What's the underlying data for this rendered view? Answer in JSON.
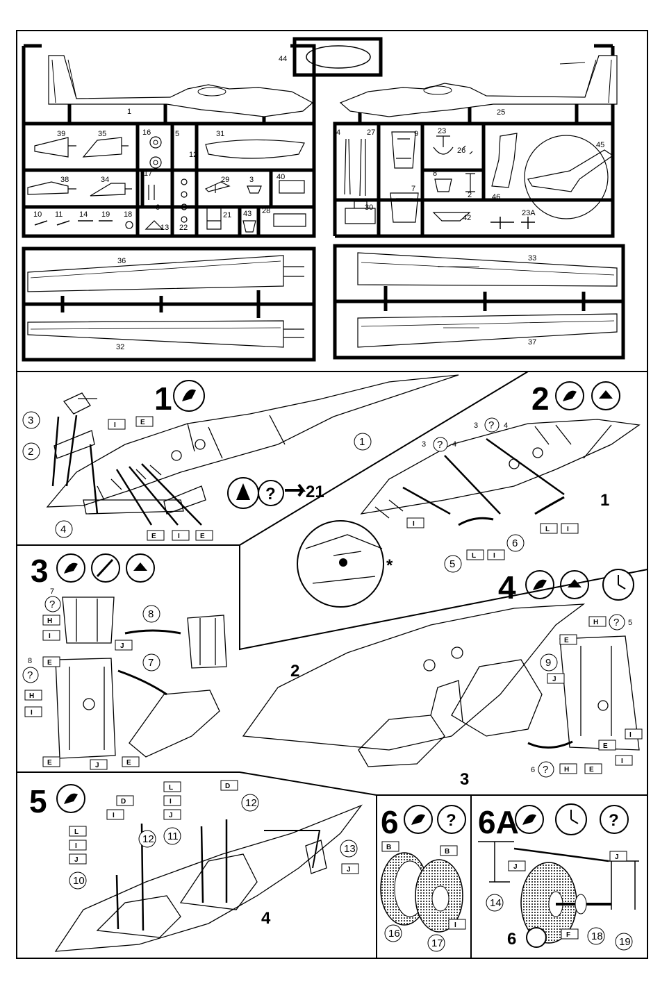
{
  "sprue": {
    "part_numbers": [
      "44",
      "1",
      "25",
      "39",
      "35",
      "16",
      "17",
      "5",
      "12",
      "31",
      "4",
      "27",
      "9",
      "23",
      "26",
      "45",
      "38",
      "34",
      "6",
      "29",
      "3",
      "40",
      "8",
      "7",
      "2",
      "46",
      "10",
      "11",
      "14",
      "19",
      "18",
      "13",
      "22",
      "21",
      "43",
      "28",
      "30",
      "42",
      "23A",
      "36",
      "33",
      "32",
      "37"
    ]
  },
  "steps": [
    {
      "number": "1",
      "callouts": [
        "3",
        "2",
        "4",
        "1"
      ],
      "tags": [
        "I",
        "E",
        "E",
        "I",
        "E"
      ],
      "refs": [
        "?",
        "21"
      ]
    },
    {
      "number": "2",
      "callouts": [
        "6",
        "5"
      ],
      "tags": [
        "I",
        "L",
        "I",
        "L",
        "I"
      ],
      "refs": [
        "3",
        "4",
        "3",
        "4",
        "1",
        "*"
      ]
    },
    {
      "number": "3",
      "callouts": [
        "8",
        "7"
      ],
      "tags": [
        "H",
        "I",
        "J",
        "E",
        "H",
        "I",
        "E",
        "J",
        "E"
      ],
      "refs": [
        "7",
        "8"
      ]
    },
    {
      "number": "4",
      "callouts": [
        "9"
      ],
      "tags": [
        "H",
        "E",
        "J",
        "I",
        "H",
        "E",
        "I",
        "E"
      ],
      "refs": [
        "2",
        "5",
        "6",
        "3"
      ]
    },
    {
      "number": "5",
      "callouts": [
        "12",
        "11",
        "10",
        "12",
        "13"
      ],
      "tags": [
        "L",
        "I",
        "J",
        "L",
        "I",
        "J",
        "I",
        "D",
        "D",
        "J"
      ],
      "refs": [
        "4"
      ]
    },
    {
      "number": "6",
      "callouts": [
        "16",
        "17"
      ],
      "tags": [
        "B",
        "B",
        "I"
      ]
    },
    {
      "number": "6A",
      "callouts": [
        "14",
        "18",
        "19"
      ],
      "tags": [
        "J",
        "J",
        "F"
      ],
      "refs": [
        "6"
      ]
    }
  ]
}
